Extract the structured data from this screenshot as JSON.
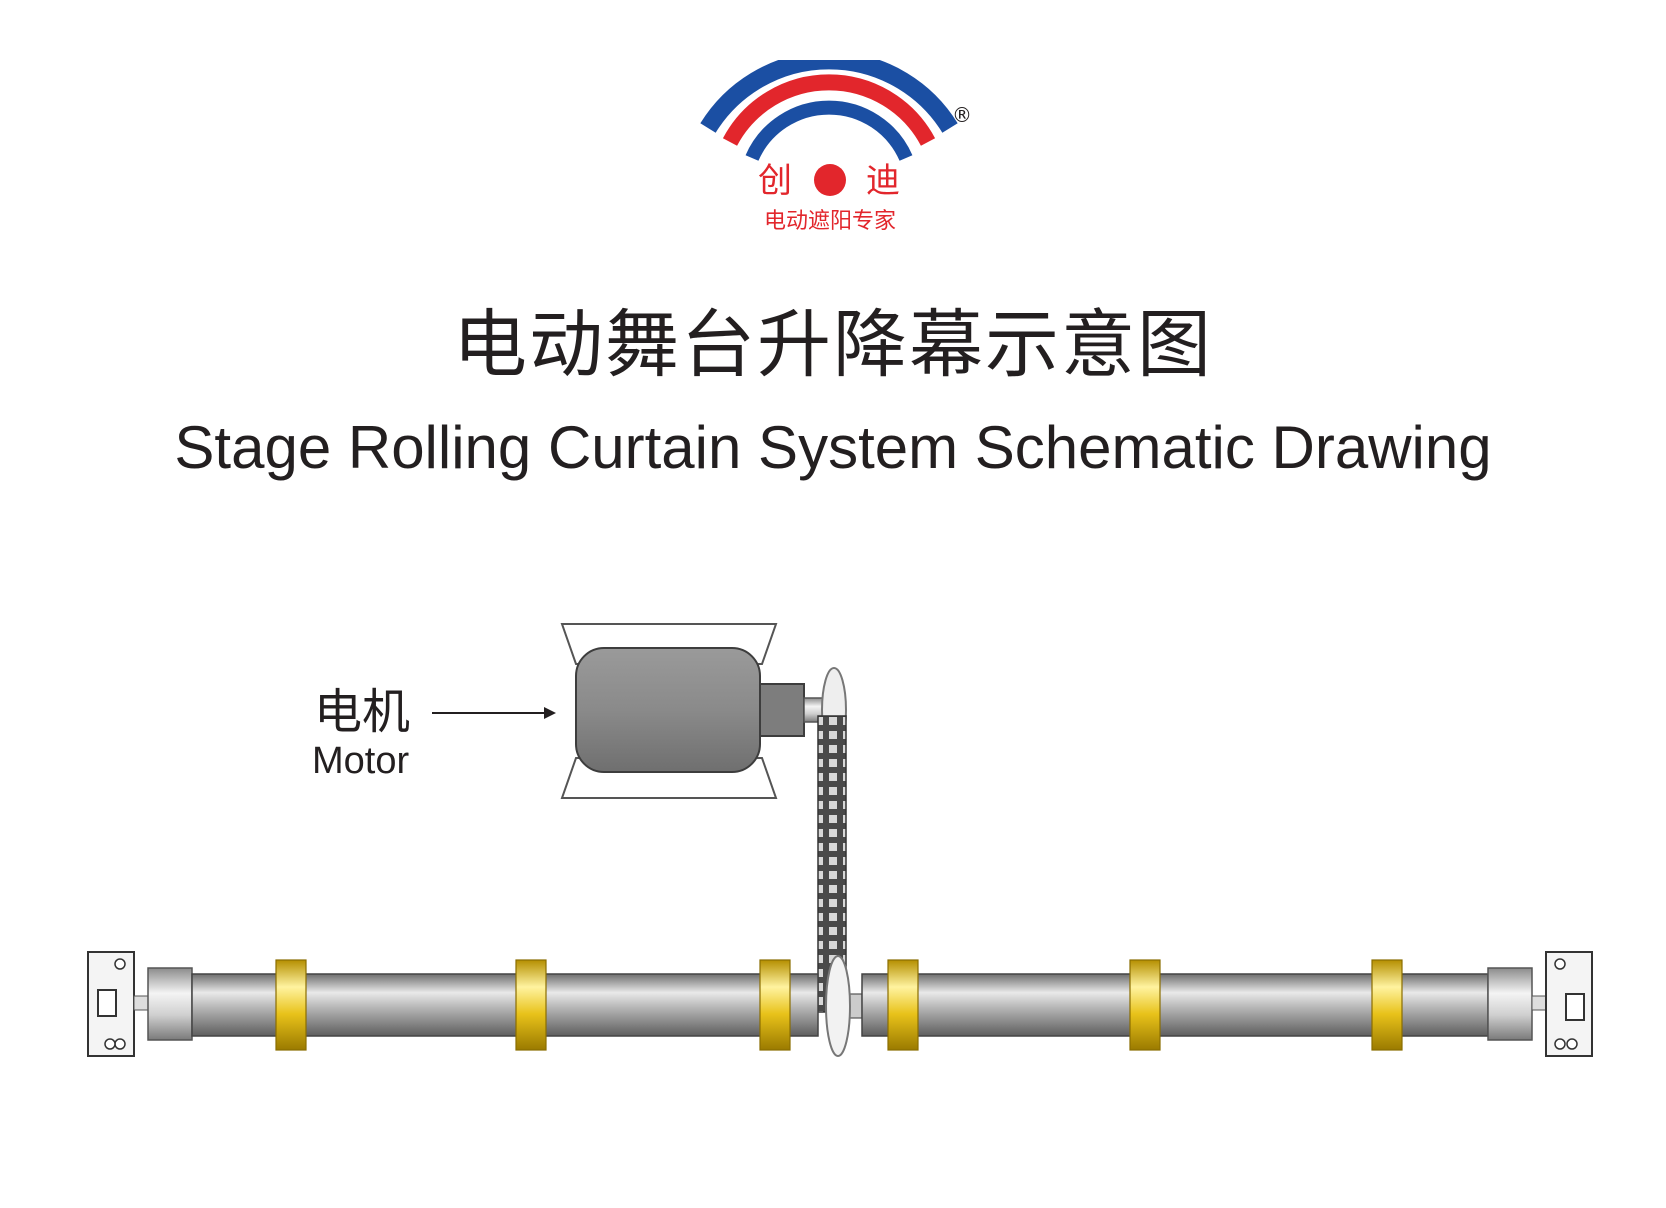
{
  "logo": {
    "brand_name_left": "创",
    "brand_name_right": "迪",
    "tagline": "电动遮阳专家",
    "registered_mark": "®",
    "colors": {
      "arc_blue": "#1b4fa3",
      "arc_red": "#e2262c",
      "text_red": "#e2262c"
    }
  },
  "title": {
    "chinese": "电动舞台升降幕示意图",
    "english": "Stage Rolling Curtain System Schematic Drawing"
  },
  "diagram": {
    "motor_label_chinese": "电机",
    "motor_label_english": "Motor",
    "colors": {
      "motor_body": "#8a8a8a",
      "tube": "#a9a9a9",
      "ring": "#e6c21a",
      "bracket": "#f2f2f2"
    }
  }
}
